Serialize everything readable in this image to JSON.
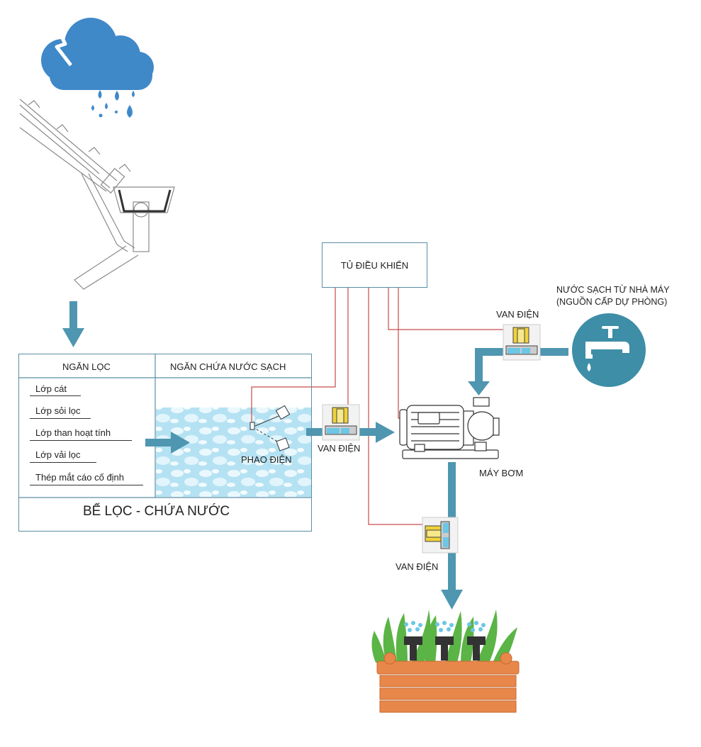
{
  "control_cabinet": "TỦ ĐIỀU KHIỂN",
  "water_source": {
    "line1": "NƯỚC SẠCH TỪ NHÀ MÁY",
    "line2": "(NGUỒN CẤP DỰ PHÒNG)"
  },
  "valves": {
    "source": "VAN ĐIỆN",
    "tank_outlet": "VAN ĐIỆN",
    "irrigation": "VAN ĐIỆN"
  },
  "float_switch": "PHAO ĐIỆN",
  "pump": "MÁY BƠM",
  "tank": {
    "title": "BỂ LỌC - CHỨA NƯỚC",
    "filter_header": "NGĂN LỌC",
    "clean_header": "NGĂN CHỨA NƯỚC SẠCH",
    "layers": [
      "Lớp cát",
      "Lớp sỏi lọc",
      "Lớp than hoạt tính",
      "Lớp vải lọc",
      "Thép mắt cáo cố định"
    ]
  },
  "colors": {
    "pipe": "#4f96b0",
    "wire": "#c94a4a",
    "cloud": "#3f89c9",
    "tap_circle": "#3d8ea6",
    "planter": "#e8874a",
    "plant": "#5bb446"
  }
}
